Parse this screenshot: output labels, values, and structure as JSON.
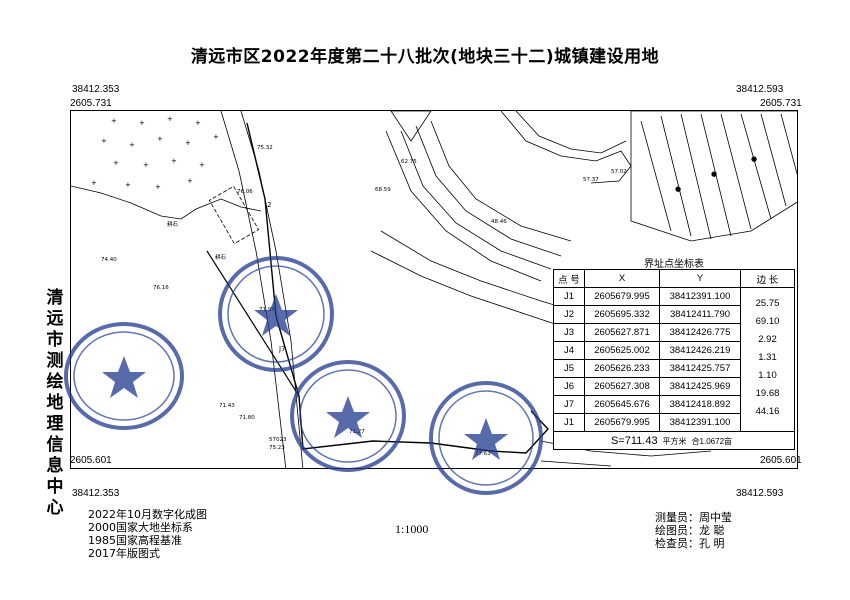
{
  "title": "清远市区2022年度第二十八批次(地块三十二)城镇建设用地",
  "side_label": "清远市测绘地理信息中心",
  "corners": {
    "top_left_x": "38412.353",
    "top_left_y": "2605.731",
    "top_right_x": "38412.593",
    "top_right_y": "2605.731",
    "bottom_left_y": "2605.601",
    "bottom_right_y": "2605.601",
    "bottom_left_x": "38412.353",
    "bottom_right_x": "38412.593"
  },
  "table": {
    "title": "界址点坐标表",
    "headers": [
      "点 号",
      "X",
      "Y",
      "边 长"
    ],
    "rows": [
      {
        "point": "J1",
        "x": "2605679.995",
        "y": "38412391.100"
      },
      {
        "point": "J2",
        "x": "2605695.332",
        "y": "38412411.790"
      },
      {
        "point": "J3",
        "x": "2605627.871",
        "y": "38412426.775"
      },
      {
        "point": "J4",
        "x": "2605625.002",
        "y": "38412426.219"
      },
      {
        "point": "J5",
        "x": "2605626.233",
        "y": "38412425.757"
      },
      {
        "point": "J6",
        "x": "2605627.308",
        "y": "38412425.969"
      },
      {
        "point": "J7",
        "x": "2605645.676",
        "y": "38412418.892"
      },
      {
        "point": "J1",
        "x": "2605679.995",
        "y": "38412391.100"
      }
    ],
    "distances": [
      "25.75",
      "69.10",
      "2.92",
      "1.31",
      "1.10",
      "19.68",
      "44.16"
    ],
    "area_text": "S=711.43",
    "area_unit": "平方米",
    "area_mu": "合1.0672亩"
  },
  "footer_left": [
    "2022年10月数字化成图",
    "2000国家大地坐标系",
    "1985国家高程基准",
    "2017年版图式"
  ],
  "scale": "1:1000",
  "footer_right": [
    "测量员：周中莹",
    "绘图员：龙  聪",
    "检查员：孔  明"
  ],
  "map_labels": {
    "point_j7": "J7",
    "point_j2": "2",
    "elev_1": "75.32",
    "elev_2": "76.06",
    "elev_3": "74.40",
    "elev_4": "76.16",
    "elev_5": "71.43",
    "elev_6": "71.80",
    "elev_7": "71.27",
    "elev_8": "77.63",
    "elev_9": "62.75",
    "elev_10": "57.37",
    "elev_11": "57.02",
    "elev_12": "48.46",
    "elev_13": "71.95",
    "elev_14": "68.59",
    "label_1": "耕石",
    "label_2": "耕石",
    "label_3": "57023",
    "label_4": "75.23"
  },
  "stamps": [
    {
      "name": "mapping-center-stamp",
      "color": "#1f3a8f"
    },
    {
      "name": "village-committee-stamp-1",
      "color": "#1f3a8f"
    },
    {
      "name": "village-committee-stamp-2",
      "color": "#1f3a8f"
    },
    {
      "name": "village-committee-stamp-3",
      "color": "#1f3a8f"
    }
  ]
}
